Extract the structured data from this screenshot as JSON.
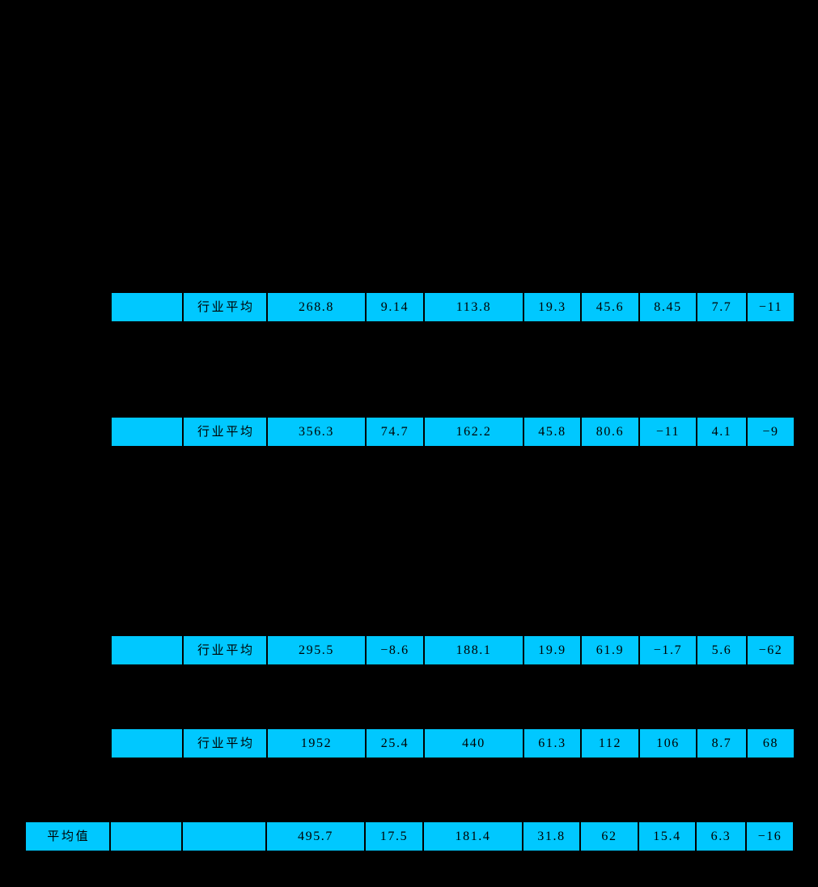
{
  "document": {
    "background_color": "#000000",
    "cell_fill_color": "#00C8FF",
    "cell_border_color": "#000000",
    "text_color": "#000000"
  },
  "labels": {
    "industry_average": "行业平均",
    "overall_average": "平均值",
    "blank": ""
  },
  "table_fragments": [
    {
      "id": "fragment-1",
      "row_label": "行业平均",
      "values": [
        "268.8",
        "9.14",
        "113.8",
        "19.3",
        "45.6",
        "8.45",
        "7.7",
        "−11"
      ]
    },
    {
      "id": "fragment-2",
      "row_label": "行业平均",
      "values": [
        "356.3",
        "74.7",
        "162.2",
        "45.8",
        "80.6",
        "−11",
        "4.1",
        "−9"
      ]
    },
    {
      "id": "fragment-3",
      "row_label": "行业平均",
      "values": [
        "295.5",
        "−8.6",
        "188.1",
        "19.9",
        "61.9",
        "−1.7",
        "5.6",
        "−62"
      ]
    },
    {
      "id": "fragment-4",
      "row_label": "行业平均",
      "values": [
        "1952",
        "25.4",
        "440",
        "61.3",
        "112",
        "106",
        "8.7",
        "68"
      ]
    },
    {
      "id": "fragment-5",
      "row_label": "平均值",
      "values": [
        "495.7",
        "17.5",
        "181.4",
        "31.8",
        "62",
        "15.4",
        "6.3",
        "−16"
      ]
    }
  ]
}
